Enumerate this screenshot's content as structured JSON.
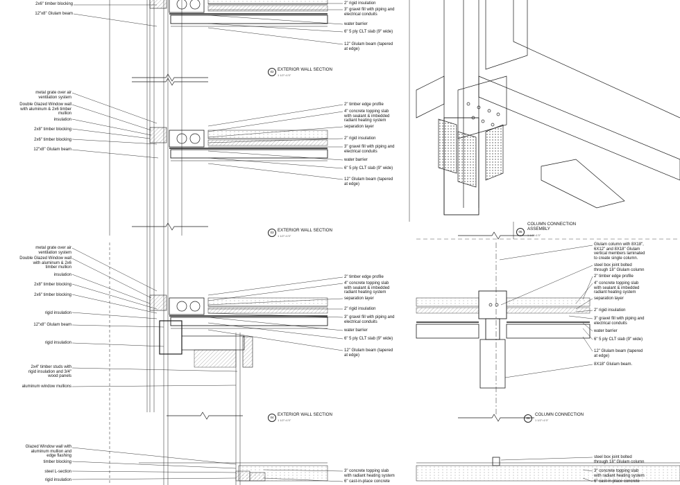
{
  "sheet": {
    "section_top": {
      "left_labels": [
        "2x6\" timber blocking",
        "12\"x8\" Glulam beam"
      ],
      "right_labels": [
        "2\" rigid insulation",
        "3\" gravel fill with piping and\nelectrical conduits",
        "water barrier",
        "6\" 5 ply CLT slab (9\" wide)",
        "12\" Glulam beam (tapered\nat edge)"
      ],
      "title": "EXTERIOR WALL SECTION",
      "number": "02",
      "scale": "1 1/2\"=1'0\""
    },
    "section_03": {
      "left_labels": [
        "metal grate over air\nventilation system",
        "Double Glazed Window wall\nwith aluminum & 2x6 timber\nmullion",
        "insulation",
        "2x8\"  timber blocking",
        "2x6\" timber blocking",
        "12\"x8\" Glulam beam"
      ],
      "right_labels": [
        "2\" timber edge profile",
        "4\" concrete topping slab\nwith sealant & imbedded\nradiant heating system",
        "separation layer",
        "2\" rigid insulation",
        "3\" gravel fill with piping and\nelectrical conduits",
        "water barrier",
        "6\" 5 ply CLT slab (9\" wide)",
        "12\" Glulam beam (tapered\nat edge)"
      ],
      "title": "EXTERIOR WALL SECTION",
      "number": "03",
      "scale": "1 1/2\"=1'0\""
    },
    "section_04": {
      "left_labels": [
        "metal grate over air\nventilation system",
        "Double Glazed Window wall\nwith aluminum & 2x6\ntimber mullion",
        "insulation",
        "2x8\"  timber blocking",
        "2x6\" timber blocking",
        "rigid insulation",
        "12\"x8\" Glulam beam",
        "rigid insulation",
        "2x4\" timber studs with\nrigid insulation and 3/4\"\nwood panels",
        "aluminum window mullions"
      ],
      "right_labels": [
        "2\" timber edge profile",
        "4\" concrete topping slab\nwith sealant & imbedded\nradiant heating system",
        "separation layer",
        "2\" rigid insulation",
        "3\" gravel fill with piping and\nelectrical conduits",
        "water barrier",
        "6\" 5 ply CLT slab (9\" wide)",
        "12\" Glulam beam (tapered\nat edge)"
      ],
      "title": "EXTERIOR WALL SECTION",
      "number": "04",
      "scale": "1 1/2\"=1'0\""
    },
    "section_bottom": {
      "left_labels": [
        "Glazed Window wall with\naluminum mullion and\nedge flashing",
        "timber blocking",
        "steel L-section",
        "rigid insulation"
      ],
      "right_labels": [
        "3\" concrete topping slab\nwith radiant heating system",
        "6\" cast-in-place concrete"
      ]
    },
    "assembly_05": {
      "title": "COLUMN CONNECTION\nASSEMBLY",
      "number": "05",
      "scale": "1 1/2\"=1'0\""
    },
    "connection_06": {
      "right_labels": [
        "Glulam column with 8X18\",\n6X12\" and 8X18\" Glulam\nvertical members laminated\nto create single column.",
        "steel box joint bolted\nthrough 18\" Glulam column",
        "2\" timber edge profile",
        "4\" concrete topping slab\nwith sealant & imbedded\nradiant heating system",
        "separation layer",
        "2\" rigid insulation",
        "3\" gravel fill with piping and\nelectrical conduits",
        "water barrier",
        "6\" 5 ply CLT slab (9\" wide)",
        "12\" Glulam beam (tapered\nat edge)",
        "8X18\" Glulam beam."
      ],
      "title": "COLUMN CONNECTION",
      "number": "06",
      "scale": "1 1/2\"=1'0\""
    },
    "connection_bottom": {
      "right_labels": [
        "steel box joint bolted\nthrough 18\" Glulam column",
        "3\" concrete topping slab\nwith radiant heating system",
        "6\" cast-in-place concrete"
      ]
    }
  }
}
